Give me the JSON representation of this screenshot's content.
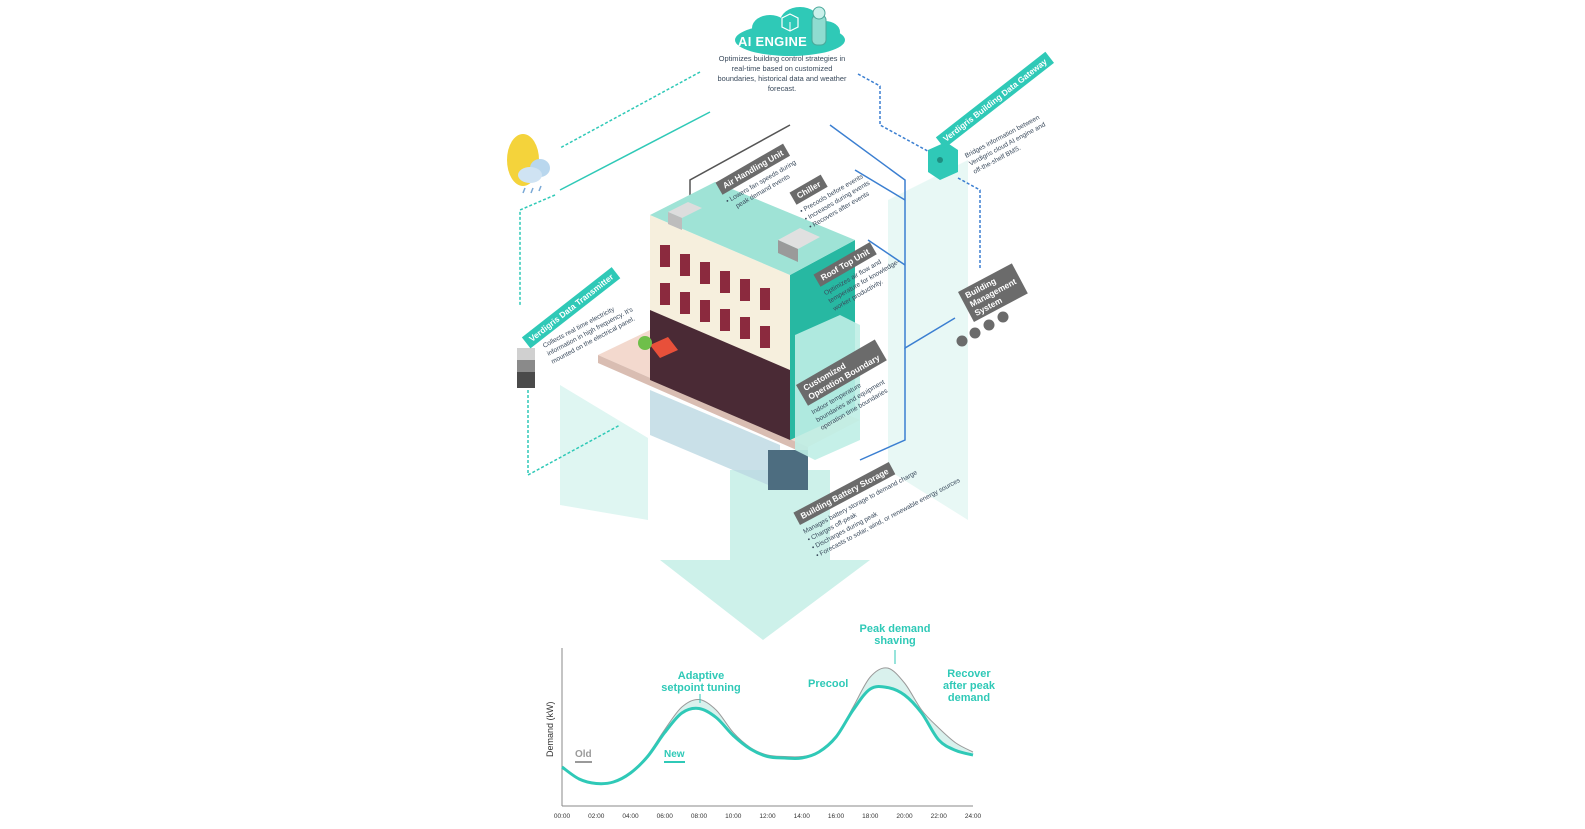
{
  "ai_engine": {
    "title": "AI ENGINE",
    "description": "Optimizes building control strategies in real-time based on customized boundaries, historical data and weather forecast."
  },
  "gateway": {
    "title": "Verdigris Building Data Gateway",
    "lines": [
      "Bridges information between",
      "Verdigris cloud AI engine and",
      "off-the-shelf BMS."
    ]
  },
  "transmitter": {
    "title": "Verdigris Data Transmitter",
    "lines": [
      "Collects real time electricity",
      "information in high frequency. It's",
      "mounted on the electrical panel."
    ]
  },
  "air_handling": {
    "title": "Air Handling Unit",
    "lines": [
      "• Lowers fan speeds during",
      "peak demand events"
    ]
  },
  "chiller": {
    "title": "Chiller",
    "lines": [
      "• Precools before events",
      "• Increases during events",
      "• Recovers after events"
    ]
  },
  "roof_top": {
    "title": "Roof Top Unit",
    "lines": [
      "Optimizes air flow and",
      "temperature for knowledge-",
      "worker productivity."
    ]
  },
  "bms": {
    "title_lines": [
      "Building",
      "Management",
      "System"
    ]
  },
  "operation_boundary": {
    "title_lines": [
      "Customized",
      "Operation Boundary"
    ],
    "lines": [
      "Indoor temperature",
      "boundaries and equipment",
      "operation time boundaries"
    ]
  },
  "battery": {
    "title": "Building Battery Storage",
    "lines": [
      "Manages battery storage to demand charge",
      "• Charges off-peak",
      "• Discharges during peak",
      "• Forecasts to solar, wind, or renewable energy sources"
    ]
  },
  "chart_data": {
    "type": "line",
    "ylabel": "Demand (kW)",
    "xlabel": "",
    "x_ticks": [
      "00:00",
      "02:00",
      "04:00",
      "06:00",
      "08:00",
      "10:00",
      "12:00",
      "14:00",
      "16:00",
      "18:00",
      "20:00",
      "22:00",
      "24:00"
    ],
    "x_hours": [
      0,
      1,
      2,
      3,
      4,
      5,
      6,
      7,
      8,
      9,
      10,
      11,
      12,
      13,
      14,
      15,
      16,
      17,
      18,
      19,
      20,
      21,
      22,
      23,
      24
    ],
    "ylim": [
      0,
      100
    ],
    "series": [
      {
        "name": "Old",
        "values": [
          22,
          14,
          11,
          12,
          18,
          30,
          47,
          62,
          67,
          60,
          45,
          35,
          30,
          29,
          29,
          32,
          42,
          62,
          82,
          88,
          78,
          60,
          48,
          38,
          32
        ]
      },
      {
        "name": "New",
        "values": [
          22,
          14,
          11,
          12,
          18,
          29,
          45,
          58,
          61,
          55,
          43,
          34,
          29,
          28,
          28,
          32,
          42,
          60,
          74,
          75,
          70,
          58,
          40,
          33,
          30
        ]
      }
    ],
    "annotations": [
      {
        "text": "Adaptive setpoint tuning",
        "x": 8
      },
      {
        "text": "Precool",
        "x": 16
      },
      {
        "text": "Peak demand shaving",
        "x": 19.5
      },
      {
        "text": "Recover after peak demand",
        "x": 23
      }
    ],
    "colors": {
      "old": "#9a9a9a",
      "new": "#2fc9b7"
    }
  }
}
